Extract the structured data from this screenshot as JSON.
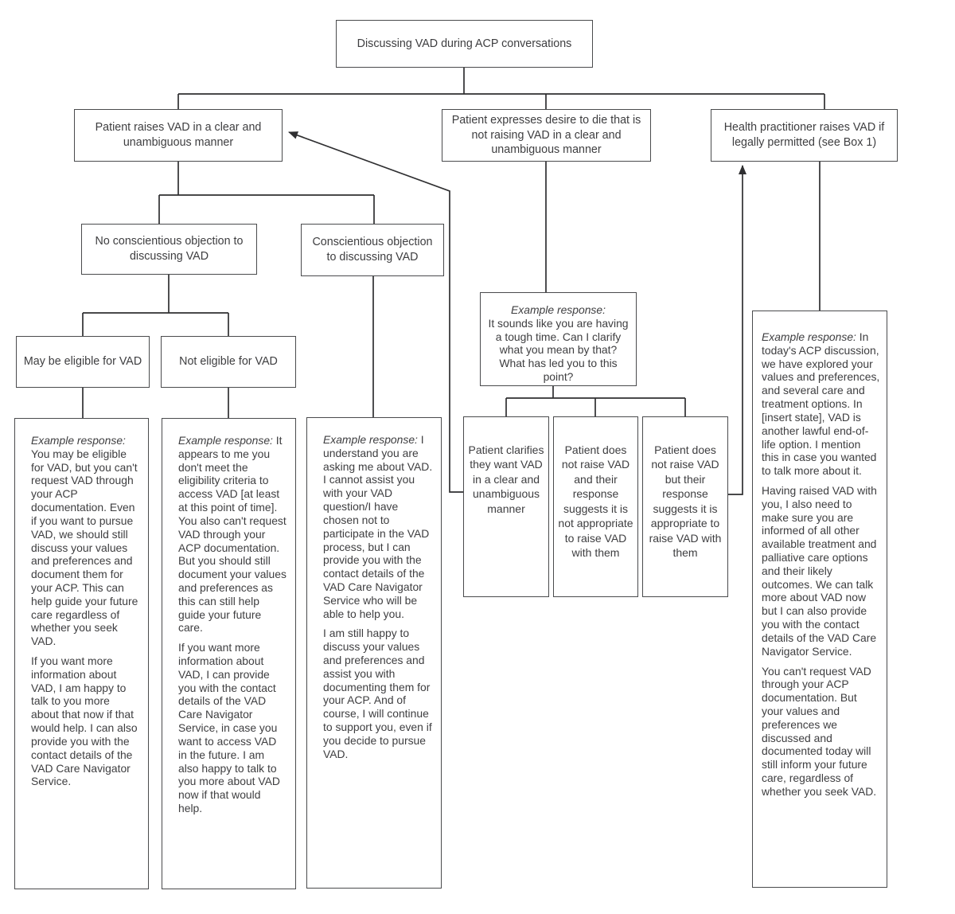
{
  "diagram_title": "Discussing VAD during ACP conversations",
  "colors": {
    "line": "#2f2f31",
    "box_border": "#4a4b4d",
    "text": "#3e3e40",
    "background": "#ffffff"
  },
  "nodes": {
    "root": {
      "text": "Discussing VAD during ACP conversations"
    },
    "patient_raises": {
      "text": "Patient raises VAD in a clear and unambiguous manner"
    },
    "patient_expresses": {
      "text": "Patient expresses desire to die that is not raising VAD in a clear and unambiguous manner"
    },
    "practitioner_raises": {
      "text": "Health practitioner raises VAD if legally permitted (see Box 1)"
    },
    "no_objection": {
      "text": "No conscientious objection to discussing VAD"
    },
    "objection": {
      "text": "Conscientious objection to discussing VAD"
    },
    "may_eligible": {
      "text": "May be eligible for VAD"
    },
    "not_eligible": {
      "text": "Not eligible for VAD"
    },
    "example_clarify": {
      "label": "Example response:",
      "text": "It sounds like you are having a tough time. Can I clarify what you mean by that? What has led you to this point?"
    },
    "clarifies_clear": {
      "text": "Patient clarifies they want VAD in a clear and unambiguous manner"
    },
    "not_raise_not_appropriate": {
      "text": "Patient does not raise VAD and their response suggests it is not appropriate to raise VAD with them"
    },
    "not_raise_appropriate": {
      "text": "Patient does not raise VAD but their response suggests it is appropriate to raise VAD with them"
    },
    "example_may_eligible": {
      "label": "Example response:",
      "p1": "You may be eligible for VAD, but you can't request VAD through your ACP documentation. Even if you want to pursue VAD, we should still discuss your values and preferences and document them for your ACP. This can help guide your future care regardless of whether you seek VAD.",
      "p2": "If you want more information about VAD, I am happy to talk to you more about that now if that would help. I can also provide you with the contact details of the VAD Care Navigator Service."
    },
    "example_not_eligible": {
      "label": "Example response:",
      "p1": "It appears to me you don't meet the eligibility criteria to access VAD [at least at this point of time]. You also can't request VAD through your ACP documentation. But you should still document your values and preferences as this can still help guide your future care.",
      "p2": "If you want more information about VAD, I can provide you with the contact details of the VAD Care Navigator Service, in case you want to access VAD in the future. I am also happy to talk to you more about VAD now if that would help."
    },
    "example_objection": {
      "label": "Example response:",
      "p1": "I understand you are asking me about VAD. I cannot assist you with your VAD question/I have chosen not to participate in the VAD process, but I can provide you with the contact details of the VAD Care Navigator Service who will be able to help you.",
      "p2": "I am still happy to discuss your values and preferences and assist you with documenting them for your ACP. And of course, I will continue to support you, even if you decide to pursue VAD."
    },
    "example_practitioner": {
      "label": "Example response:",
      "p1": "In today's ACP discussion, we have explored your values and preferences, and several care and treatment options. In [insert state], VAD is another lawful end-of-life option. I mention this in case you wanted to talk more about it.",
      "p2": "Having raised VAD with you, I also need to make sure you are informed of all other available treatment and palliative care options and their likely outcomes. We can talk more about VAD now but I can also provide you with the contact details of the VAD Care Navigator Service.",
      "p3": "You can't request VAD through your ACP documentation. But your values and preferences we discussed and documented today will still inform your future care, regardless of whether you seek VAD."
    }
  }
}
